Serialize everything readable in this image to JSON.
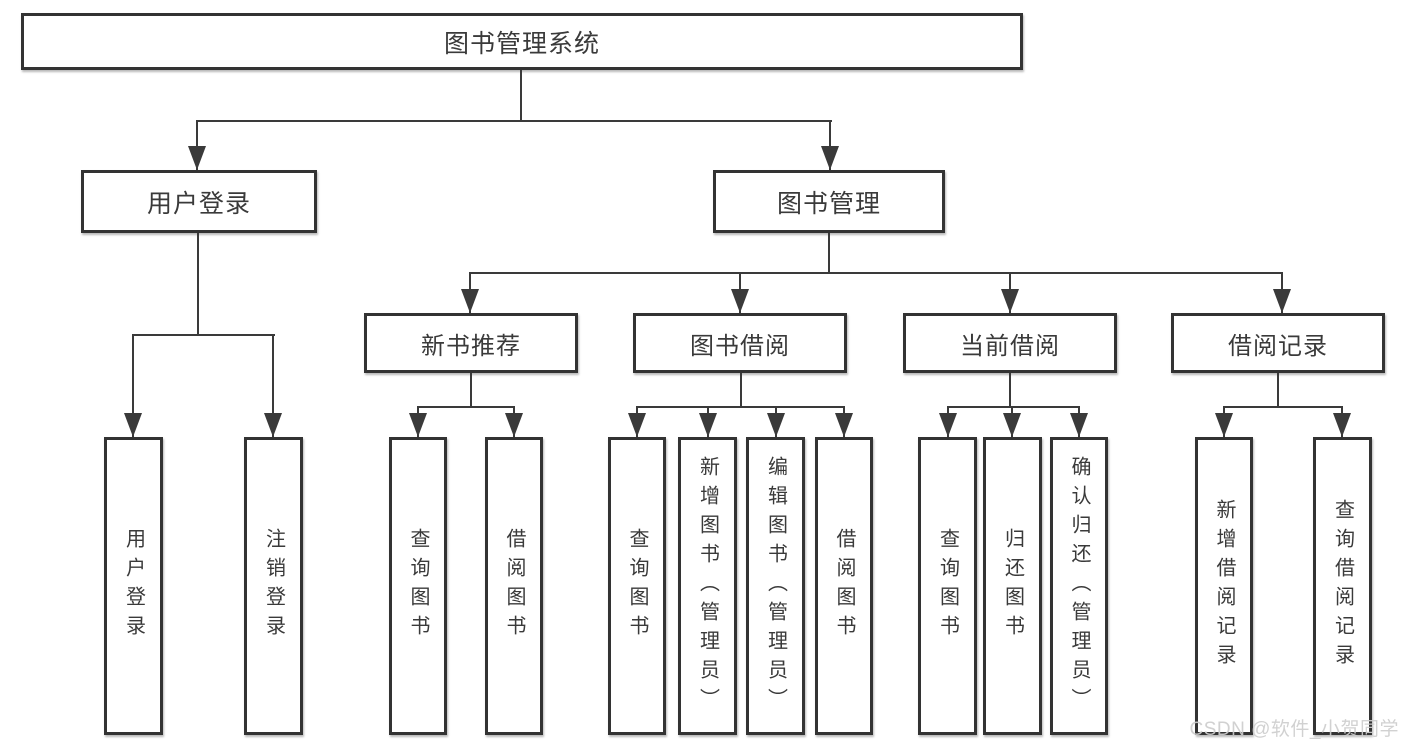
{
  "diagram": {
    "title": "图书管理系统",
    "type": "hierarchy-tree",
    "colors": {
      "line": "#3a3a3a",
      "box_border": "#333333",
      "box_fill": "#ffffff",
      "text": "#3a3a3a",
      "watermark": "#cdcdcd"
    },
    "root": {
      "label": "图书管理系统"
    },
    "level2": [
      {
        "label": "用户登录"
      },
      {
        "label": "图书管理"
      }
    ],
    "level3": [
      {
        "label": "新书推荐",
        "parent": "图书管理"
      },
      {
        "label": "图书借阅",
        "parent": "图书管理"
      },
      {
        "label": "当前借阅",
        "parent": "图书管理"
      },
      {
        "label": "借阅记录",
        "parent": "图书管理"
      }
    ],
    "leaves": [
      {
        "label": "用户登录",
        "parent": "用户登录"
      },
      {
        "label": "注销登录",
        "parent": "用户登录"
      },
      {
        "label": "查询图书",
        "parent": "新书推荐"
      },
      {
        "label": "借阅图书",
        "parent": "新书推荐"
      },
      {
        "label": "查询图书",
        "parent": "图书借阅"
      },
      {
        "label": "新增图书（管理员）",
        "parent": "图书借阅"
      },
      {
        "label": "编辑图书（管理员）",
        "parent": "图书借阅"
      },
      {
        "label": "借阅图书",
        "parent": "图书借阅"
      },
      {
        "label": "查询图书",
        "parent": "当前借阅"
      },
      {
        "label": "归还图书",
        "parent": "当前借阅"
      },
      {
        "label": "确认归还（管理员）",
        "parent": "当前借阅"
      },
      {
        "label": "新增借阅记录",
        "parent": "借阅记录"
      },
      {
        "label": "查询借阅记录",
        "parent": "借阅记录"
      }
    ]
  },
  "watermark": {
    "text": "CSDN @软件_小贺同学"
  }
}
